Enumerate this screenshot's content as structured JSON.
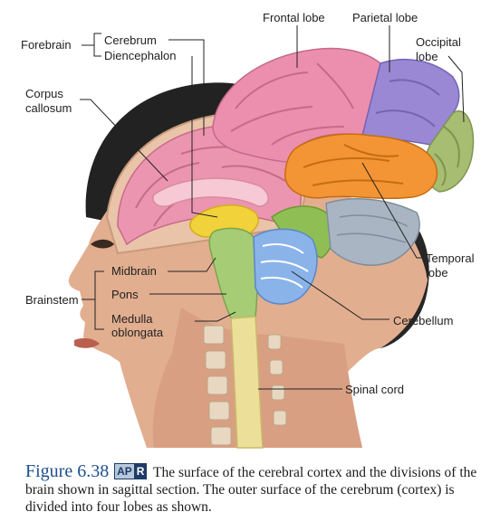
{
  "labels": {
    "frontal_lobe": "Frontal lobe",
    "parietal_lobe": "Parietal lobe",
    "occipital_lobe_1": "Occipital",
    "occipital_lobe_2": "lobe",
    "forebrain": "Forebrain",
    "cerebrum": "Cerebrum",
    "diencephalon": "Diencephalon",
    "corpus_callosum_1": "Corpus",
    "corpus_callosum_2": "callosum",
    "midbrain": "Midbrain",
    "pons": "Pons",
    "medulla_1": "Medulla",
    "medulla_2": "oblongata",
    "brainstem": "Brainstem",
    "temporal_lobe_1": "Temporal",
    "temporal_lobe_2": "lobe",
    "cerebellum": "Cerebellum",
    "spinal_cord": "Spinal cord"
  },
  "caption": {
    "figure_number": "Figure 6.38",
    "badge_left": "AP",
    "badge_right": "R",
    "text": "The surface of the cerebral cortex and the divisions of the brain shown in sagittal section. The outer surface of the cerebrum (cortex) is divided into four lobes as shown."
  },
  "colors": {
    "frontal": "#ec8fae",
    "parietal": "#9a88d4",
    "occipital": "#a7bd72",
    "temporal": "#f39534",
    "cerebellum": "#8ab3ea",
    "brainstem": "#a6cc76",
    "diencephalon": "#f1d23a",
    "spinal_cord": "#ecdf9a",
    "skin": "#e2ae90",
    "hair": "#222222",
    "caption_blue": "#1e4f8f"
  }
}
